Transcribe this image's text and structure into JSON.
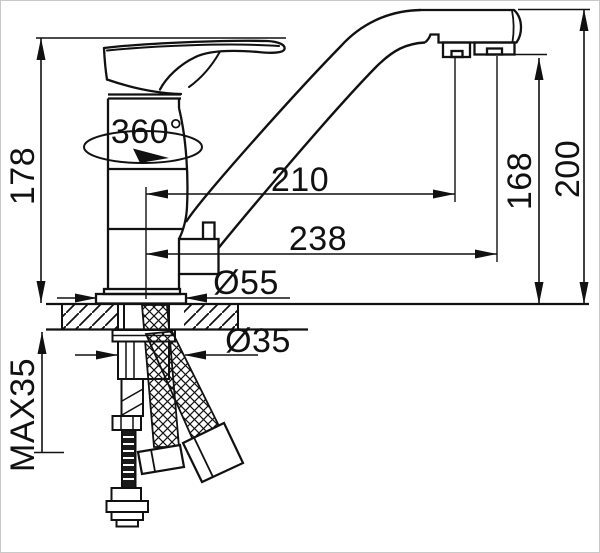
{
  "diagram": {
    "type": "faucet-installation-drawing",
    "labels": {
      "height": "178",
      "rotation": "360°",
      "reach_main": "210",
      "reach_aux": "238",
      "base_diameter": "Ø55",
      "hole_diameter": "Ø35",
      "aux_height": "168",
      "spout_height": "200",
      "max_thickness": "MAX35"
    },
    "colors": {
      "line": "#111111",
      "background": "#ffffff"
    }
  }
}
